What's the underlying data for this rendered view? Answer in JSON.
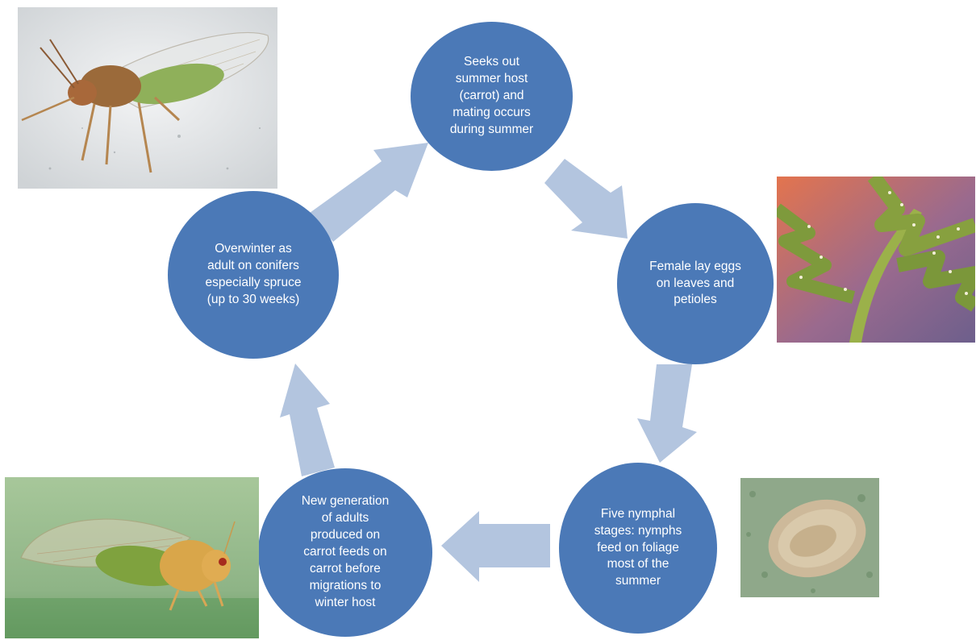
{
  "colors": {
    "node_fill": "#4b79b7",
    "arrow_fill": "#b3c5df",
    "node_text": "#ffffff",
    "background": "#ffffff"
  },
  "nodes": [
    {
      "id": "n-top",
      "text": "Seeks out\nsummer host\n(carrot) and\nmating occurs\nduring summer"
    },
    {
      "id": "n-right",
      "text": "Female lay eggs\non leaves and\npetioles"
    },
    {
      "id": "n-br",
      "text": "Five nymphal\nstages: nymphs\nfeed on foliage\nmost of the\nsummer"
    },
    {
      "id": "n-bottom",
      "text": "New generation\nof adults\nproduced on\ncarrot feeds on\ncarrot before\nmigrations to\nwinter host"
    },
    {
      "id": "n-left",
      "text": "Overwinter as\nadult  on conifers\nespecially spruce\n(up to  30 weeks)"
    }
  ],
  "photos": [
    {
      "name": "adult-psyllid-photo"
    },
    {
      "name": "carrot-leaf-eggs-photo"
    },
    {
      "name": "nymph-photo"
    },
    {
      "name": "new-adult-psyllid-photo"
    }
  ]
}
